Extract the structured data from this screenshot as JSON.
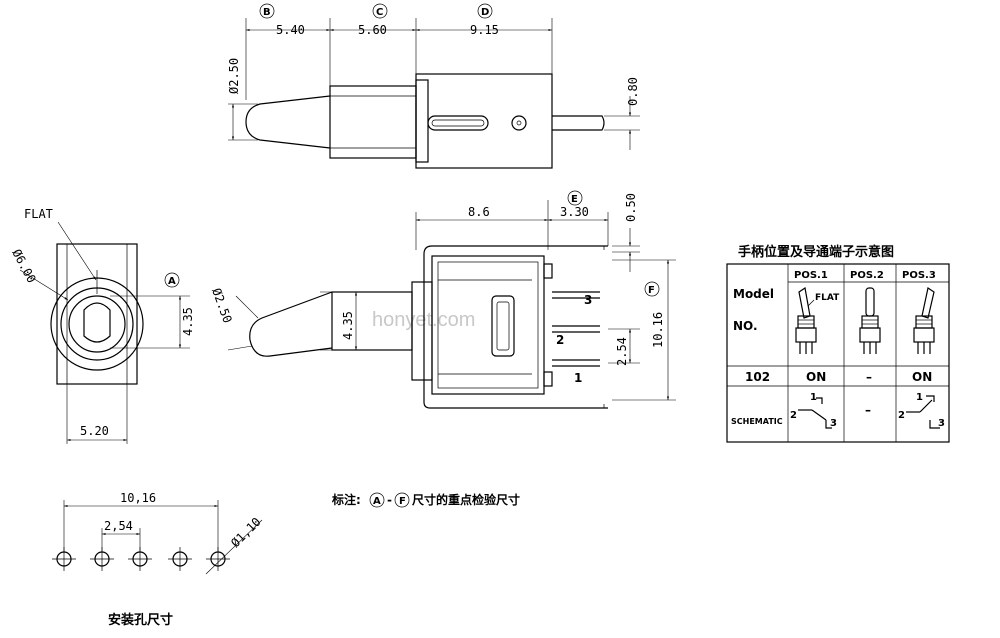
{
  "watermark": "honyet.com",
  "top_view": {
    "labels": {
      "B": "B",
      "C": "C",
      "D": "D"
    },
    "dims": {
      "b": "5.40",
      "c": "5.60",
      "d": "9.15",
      "lever_dia": "Ø2.50",
      "pin": "0.80"
    }
  },
  "front_view": {
    "flat": "FLAT",
    "dia": "Ø6.00",
    "circle_a": "A",
    "h": "4.35",
    "w": "5.20"
  },
  "side_view": {
    "circle_e": "E",
    "circle_f": "F",
    "d_86": "8.6",
    "d_330": "3.30",
    "d_050": "0.50",
    "lever_dia": "Ø2.50",
    "h": "4.35",
    "pitch": "2.54",
    "total": "10.16",
    "pins": [
      "3",
      "2",
      "1"
    ]
  },
  "table": {
    "title": "手柄位置及导通端子示意图",
    "header": [
      "Model",
      "POS.1",
      "POS.2",
      "POS.3"
    ],
    "no_label": "NO.",
    "flat": "FLAT",
    "model_no": "102",
    "row": [
      "ON",
      "–",
      "ON"
    ],
    "schematic_label": "SCHEMATIC",
    "terminals": [
      "1",
      "2",
      "3"
    ]
  },
  "note": {
    "prefix": "标注:",
    "a": "A",
    "dash": "-",
    "f": "F",
    "text": "尺寸的重点检验尺寸"
  },
  "hole": {
    "total": "10,16",
    "pitch": "2,54",
    "dia": "Ø1,10",
    "title": "安装孔尺寸"
  }
}
